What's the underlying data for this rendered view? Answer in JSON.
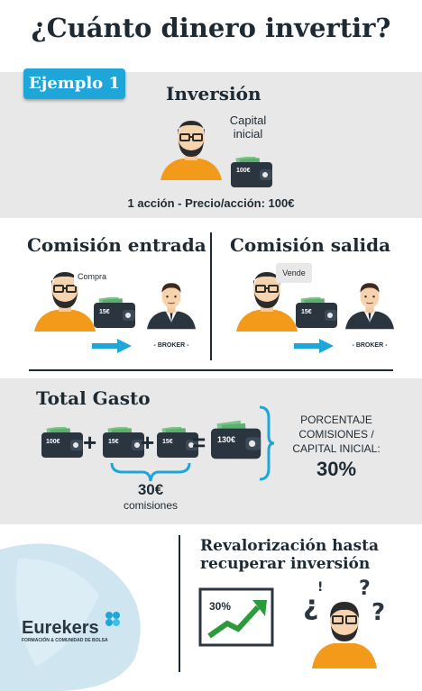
{
  "title": "¿Cuánto dinero invertir?",
  "example_badge": "Ejemplo 1",
  "inversion": {
    "heading": "Inversión",
    "capital_label_1": "Capital",
    "capital_label_2": "inicial",
    "wallet_value": "100€",
    "caption": "1 acción - Precio/acción: 100€"
  },
  "comision_entrada": {
    "heading": "Comisión entrada",
    "bubble": "Compra",
    "wallet_value": "15€",
    "broker_label": "- BROKER -"
  },
  "comision_salida": {
    "heading": "Comisión salida",
    "bubble": "Vende",
    "wallet_value": "15€",
    "broker_label": "- BROKER -"
  },
  "total": {
    "heading": "Total Gasto",
    "w1": "100€",
    "w2": "15€",
    "w3": "15€",
    "result": "130€",
    "plus": "+",
    "equals": "=",
    "commissions_amount": "30€",
    "commissions_label": "comisiones",
    "pct_line1": "PORCENTAJE",
    "pct_line2": "COMISIONES /",
    "pct_line3": "CAPITAL INICIAL:",
    "pct_value": "30%"
  },
  "bottom": {
    "heading_1": "Revalorización hasta",
    "heading_2": "recuperar inversión",
    "chart_value": "30%",
    "logo_name": "Eurekers",
    "logo_tagline": "FORMACIÓN & COMUNIDAD DE BOLSA"
  },
  "colors": {
    "accent_blue": "#1fa6d9",
    "panel_gray": "#e8e8e8",
    "dark": "#1e2a33",
    "orange": "#f39a1b",
    "green": "#2c9b3a"
  }
}
